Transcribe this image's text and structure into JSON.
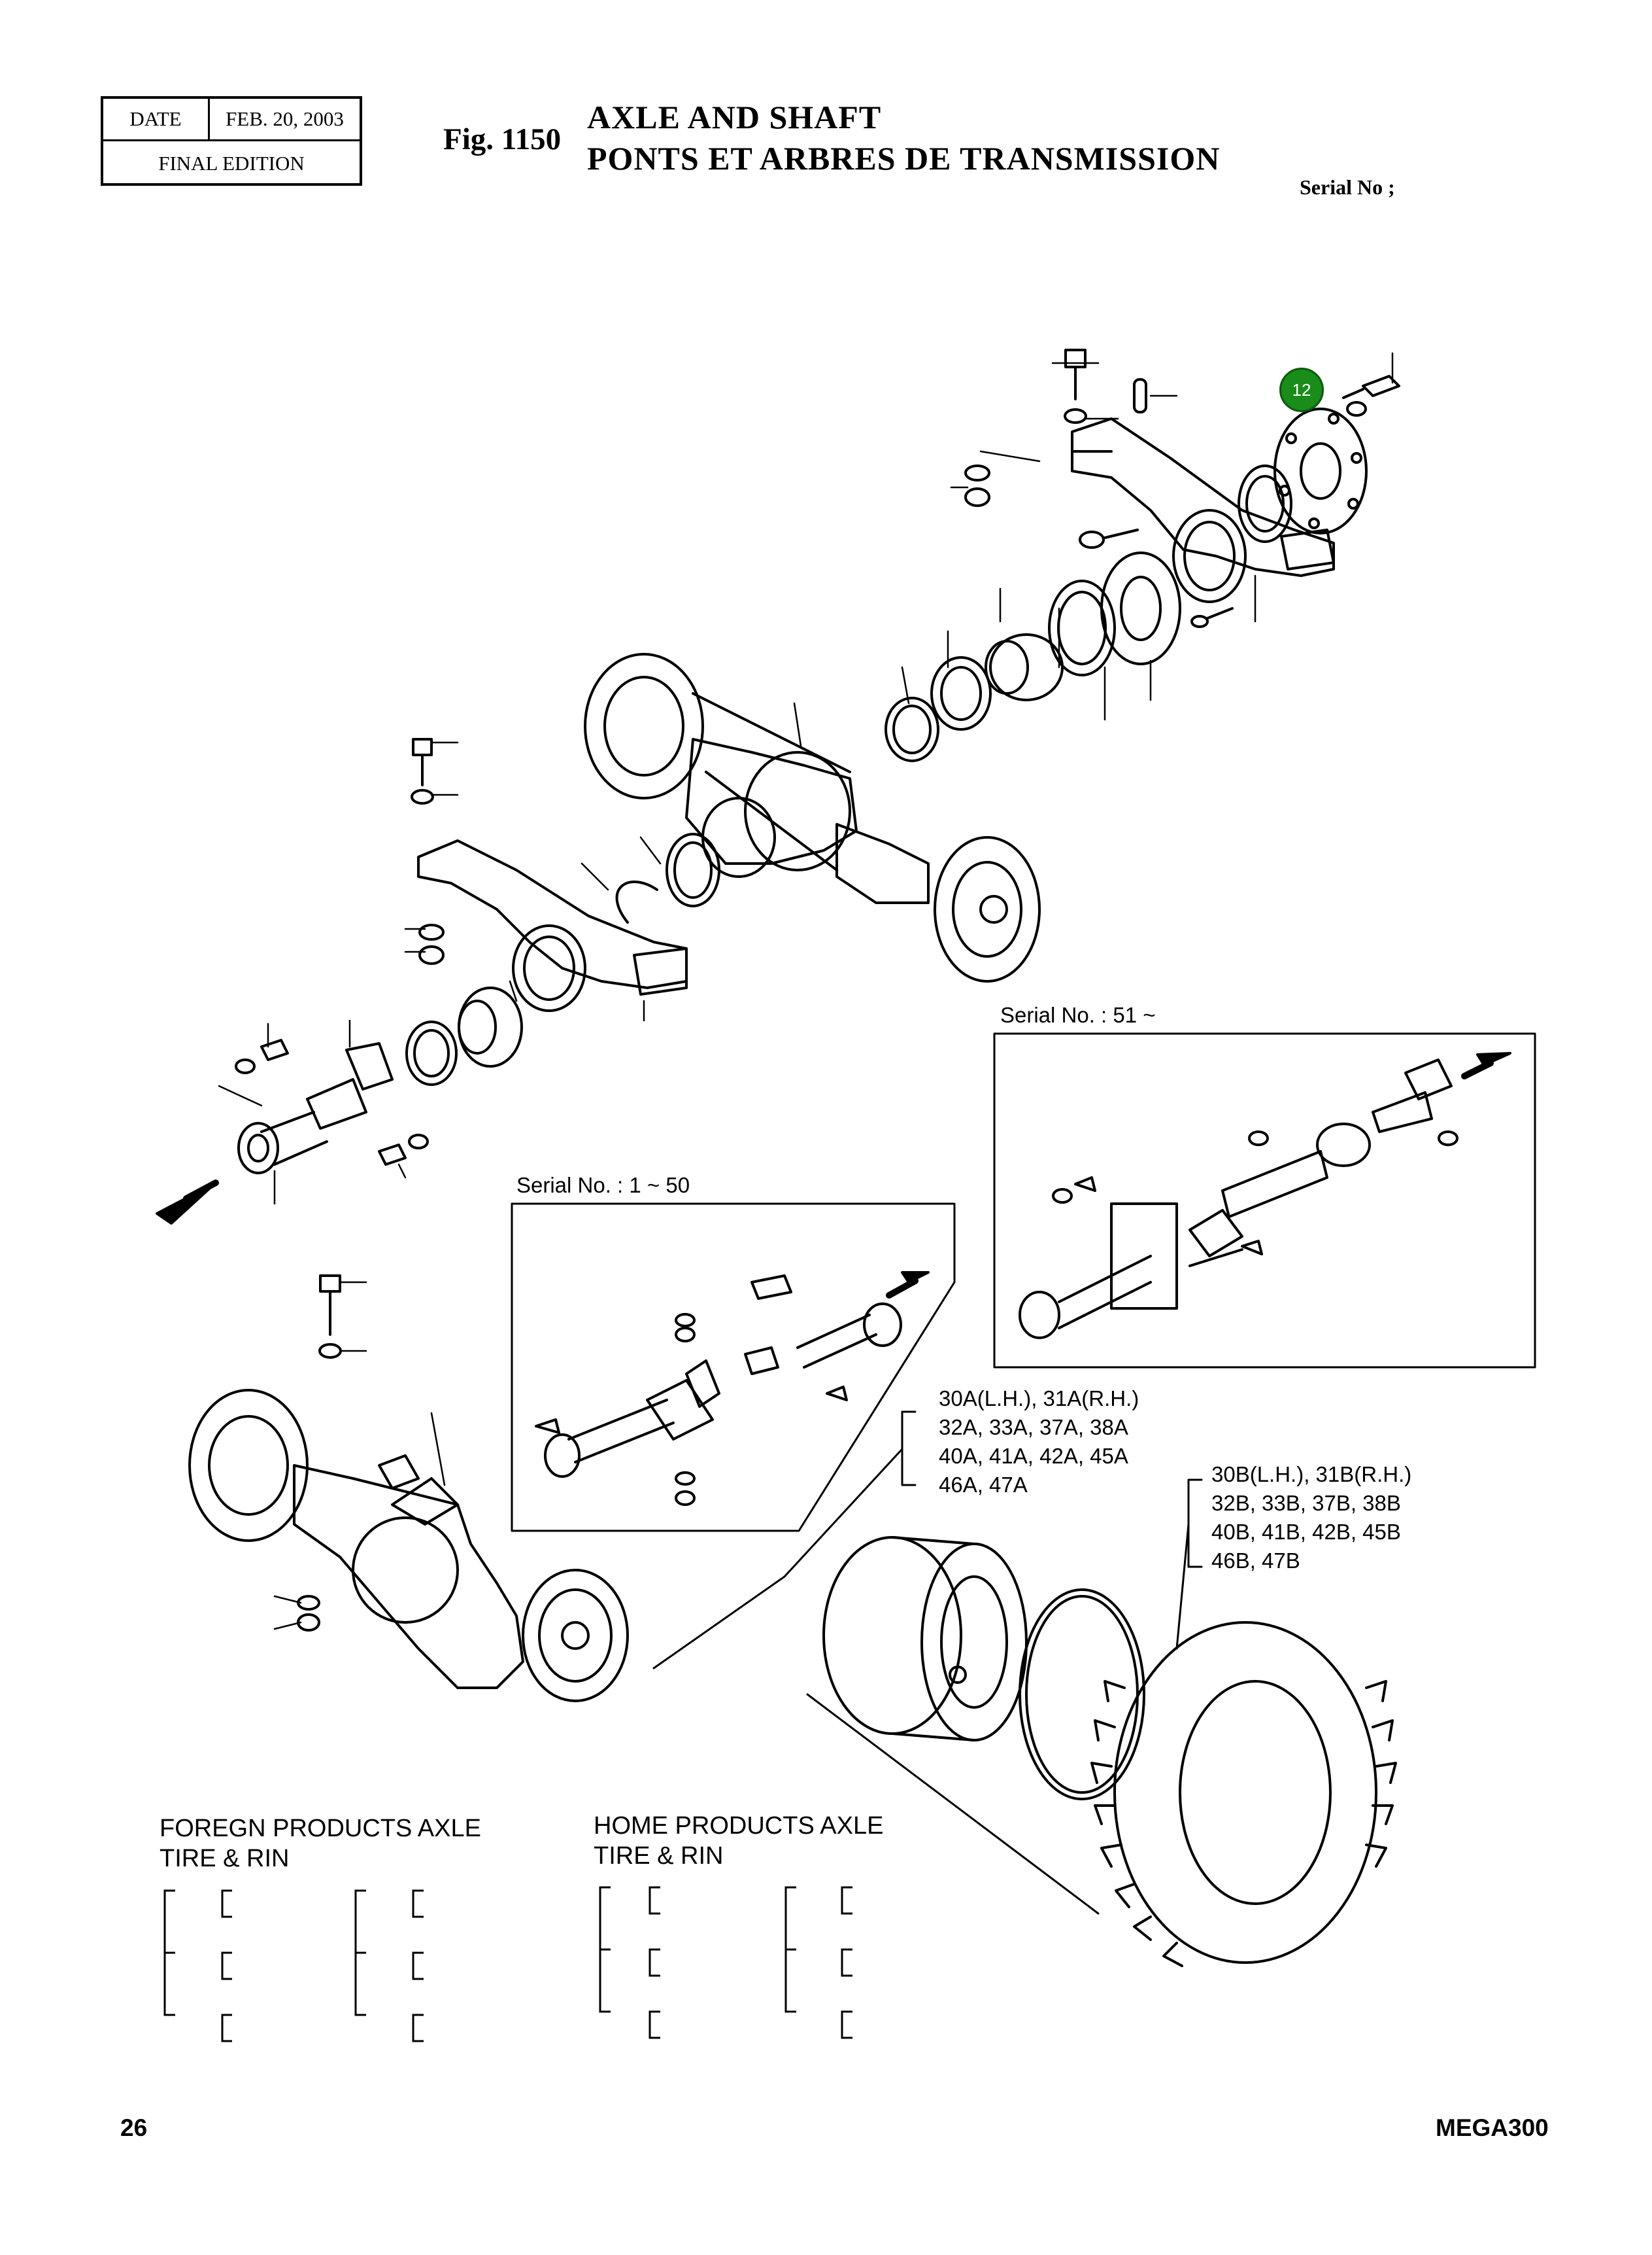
{
  "header": {
    "date_label": "DATE",
    "date_value": "FEB. 20, 2003",
    "edition": "FINAL EDITION",
    "fig_number": "Fig. 1150",
    "title_en": "AXLE AND SHAFT",
    "title_fr": "PONTS ET ARBRES DE TRANSMISSION",
    "serial": "Serial No ;"
  },
  "marker": {
    "label": "12",
    "color": "#1a8c1a"
  },
  "insets": {
    "serial_51": "Serial No. : 51 ~",
    "serial_1_50": "Serial No. : 1 ~ 50"
  },
  "callouts": {
    "group_a": [
      "30A(L.H.), 31A(R.H.)",
      "32A, 33A, 37A, 38A",
      "40A, 41A, 42A, 45A",
      "46A, 47A"
    ],
    "group_b": [
      "30B(L.H.), 31B(R.H.)",
      "32B, 33B, 37B, 38B",
      "40B, 41B, 42B, 45B",
      "46B, 47B"
    ]
  },
  "sections": {
    "foreign": {
      "line1": "FOREGN PRODUCTS AXLE",
      "line2": "TIRE & RIN"
    },
    "home": {
      "line1": "HOME PRODUCTS AXLE",
      "line2": "TIRE & RIN"
    }
  },
  "footer": {
    "page": "26",
    "model": "MEGA300"
  }
}
